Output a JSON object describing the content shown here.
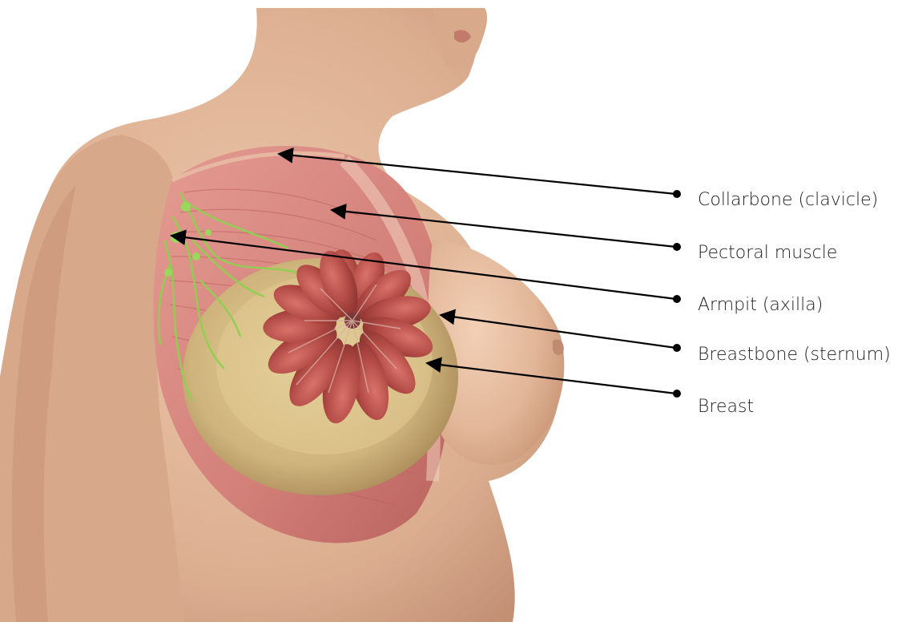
{
  "labels": [
    {
      "text": "Collarbone (clavicle)"
    },
    {
      "text": "Pectoral muscle"
    },
    {
      "text": "Armpit (axilla)"
    },
    {
      "text": "Breastbone (sternum)"
    },
    {
      "text": "Breast"
    }
  ],
  "colors": {
    "background": "#ffffff",
    "skin": "#e2b89c",
    "skin_shadow": "#c8987a",
    "muscle": "#d98a82",
    "muscle_dark": "#b8625c",
    "fat": "#d8c08a",
    "lobules": "#b84c48",
    "lymph": "#8fd050",
    "leader_line": "#000000"
  }
}
